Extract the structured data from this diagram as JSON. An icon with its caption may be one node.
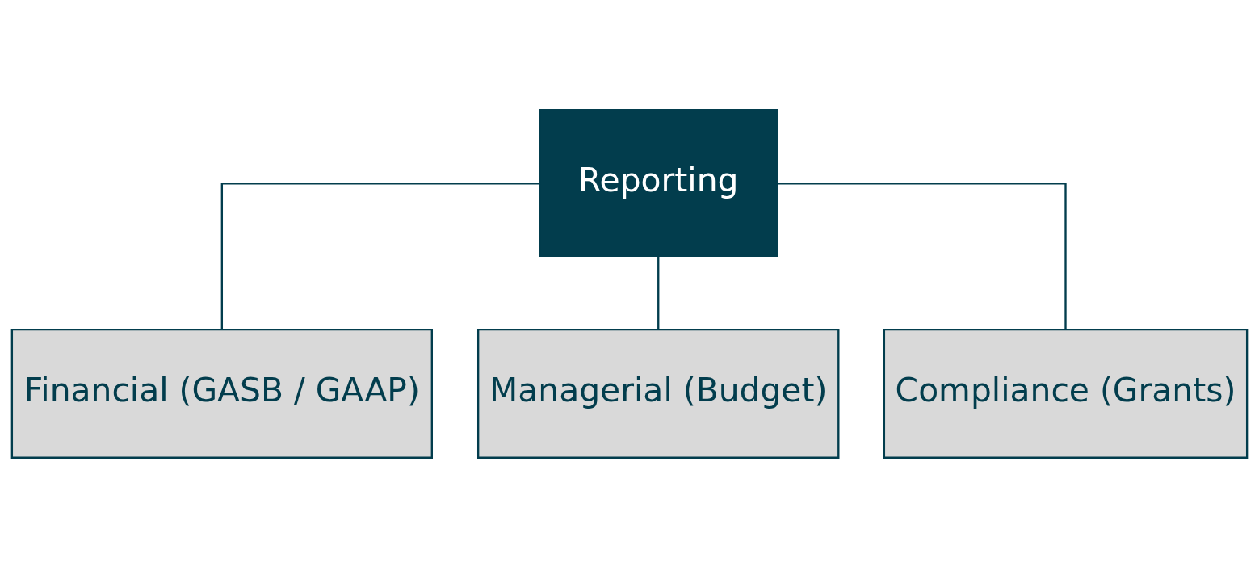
{
  "diagram": {
    "nodes": [
      {
        "text": [
          "Reporting"
        ]
      },
      {
        "text": [
          "Financial (GASB / GAAP)"
        ]
      },
      {
        "text": [
          "Managerial (Budget)"
        ]
      },
      {
        "text": [
          "Compliance (Grants)"
        ]
      }
    ],
    "edges": [
      {
        "from": 0,
        "to": 1,
        "arrow": "none"
      },
      {
        "from": 0,
        "to": 2,
        "arrow": "none"
      },
      {
        "from": 0,
        "to": 3,
        "arrow": "none"
      }
    ]
  }
}
